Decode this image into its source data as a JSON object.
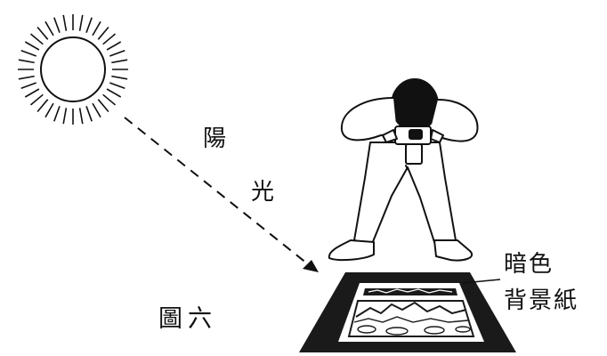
{
  "labels": {
    "sunlight_char1": "陽",
    "sunlight_char2": "光",
    "paper_line1": "暗色",
    "paper_line2": "背景紙",
    "caption": "圖六"
  },
  "colors": {
    "ink": "#111111",
    "paper": "#ffffff",
    "background_sheet": "#1a1a1a"
  },
  "icons": {
    "sun": "sun-icon",
    "photographer": "photographer-figure",
    "camera": "camera-icon",
    "artwork": "artwork-landscape"
  }
}
